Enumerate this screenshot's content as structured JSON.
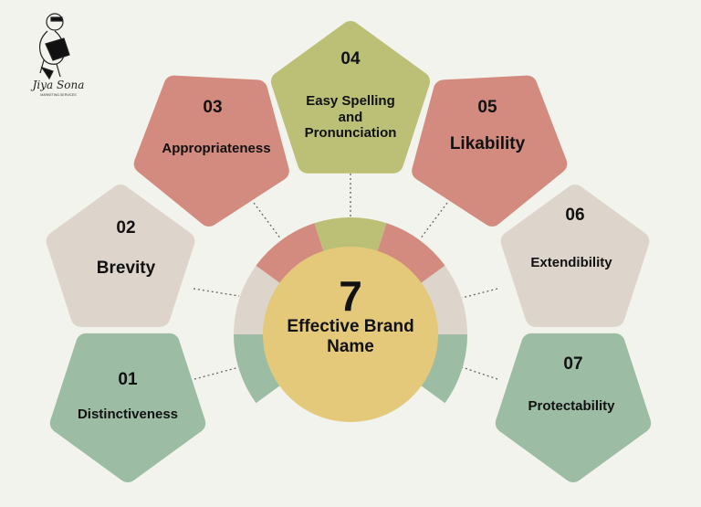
{
  "logo": {
    "name": "Jiya Sona",
    "tagline": "MARKETING SERVICES"
  },
  "center": {
    "number": "7",
    "line1": "Effective Brand",
    "line2": "Name"
  },
  "colors": {
    "background": "#f3f3ed",
    "green": "#9dbca4",
    "beige": "#ddd5cc",
    "red": "#d38b7f",
    "olive": "#bcc077",
    "yellow": "#e5c97a"
  },
  "items": [
    {
      "number": "01",
      "label": [
        "Distinctiveness"
      ],
      "color": "#9dbca4"
    },
    {
      "number": "02",
      "label": [
        "Brevity"
      ],
      "color": "#ddd5cc"
    },
    {
      "number": "03",
      "label": [
        "Appropriateness"
      ],
      "color": "#d38b7f"
    },
    {
      "number": "04",
      "label": [
        "Easy Spelling",
        "and",
        "Pronunciation"
      ],
      "color": "#bcc077"
    },
    {
      "number": "05",
      "label": [
        "Likability"
      ],
      "color": "#d38b7f"
    },
    {
      "number": "06",
      "label": [
        "Extendibility"
      ],
      "color": "#ddd5cc"
    },
    {
      "number": "07",
      "label": [
        "Protectability"
      ],
      "color": "#9dbca4"
    }
  ]
}
